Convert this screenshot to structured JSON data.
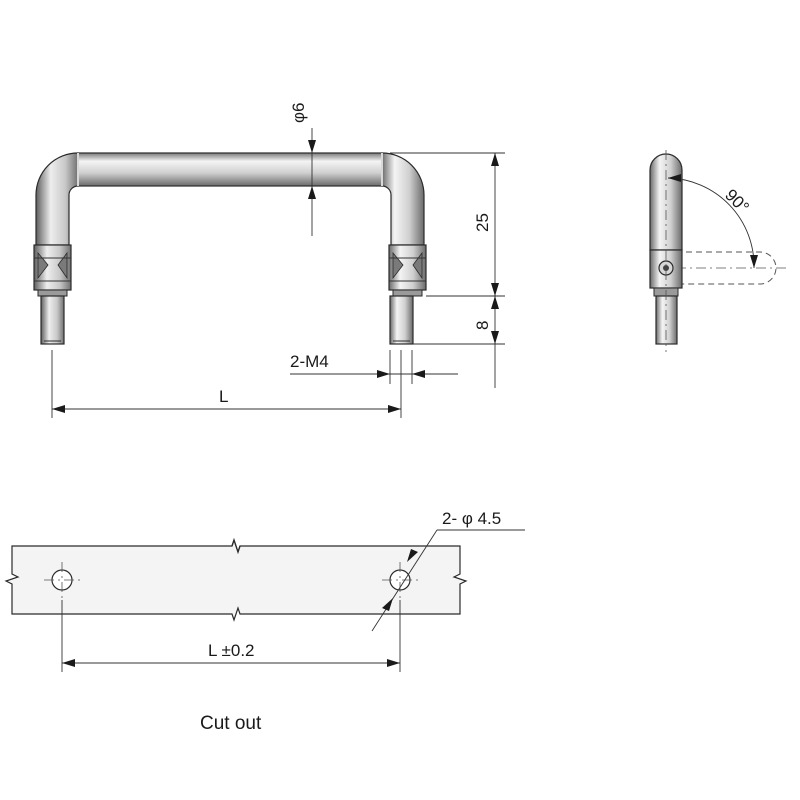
{
  "front_view": {
    "diameter_label": "φ6",
    "height_label": "25",
    "thread_length_label": "8",
    "thread_label": "2-M4",
    "length_label": "L"
  },
  "side_view": {
    "angle_label": "90°"
  },
  "cutout_view": {
    "hole_label": "2- φ 4.5",
    "spacing_label": "L ±0.2",
    "caption": "Cut out"
  },
  "colors": {
    "metal_light": "#f2f2f2",
    "metal_mid": "#c8c8c8",
    "metal_dark": "#6e6e6e",
    "line": "#2b2b2b"
  }
}
